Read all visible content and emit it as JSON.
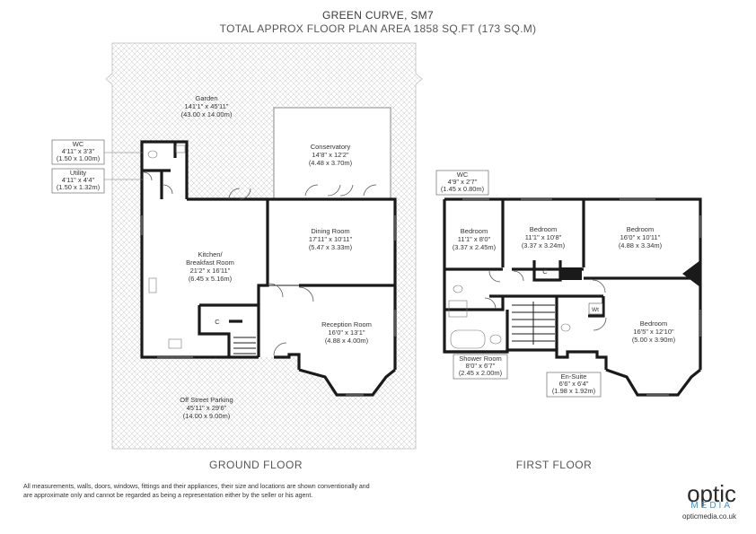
{
  "header": {
    "title": "GREEN CURVE, SM7",
    "subtitle": "TOTAL APPROX FLOOR PLAN AREA 1858 SQ.FT (173 SQ.M)"
  },
  "floors": {
    "ground": "GROUND FLOOR",
    "first": "FIRST FLOOR"
  },
  "rooms": {
    "garden": [
      "Garden",
      "141'1\" x 45'11\"",
      "(43.00 x 14.00m)"
    ],
    "conservatory": [
      "Conservatory",
      "14'8\" x 12'2\"",
      "(4.48 x 3.70m)"
    ],
    "dining": [
      "Dining Room",
      "17'11\" x 10'11\"",
      "(5.47 x 3.33m)"
    ],
    "kitchen": [
      "Kitchen/",
      "Breakfast Room",
      "21'2\" x 16'11\"",
      "(6.45 x 5.16m)"
    ],
    "reception": [
      "Reception Room",
      "16'0\" x 13'1\"",
      "(4.88 x 4.00m)"
    ],
    "parking": [
      "Off Street Parking",
      "45'11\" x 29'6\"",
      "(14.00 x 9.00m)"
    ],
    "wc_ground": [
      "WC",
      "4'11\" x 3'3\"",
      "(1.50 x 1.00m)"
    ],
    "utility": [
      "Utility",
      "4'11\" x 4'4\"",
      "(1.50 x 1.32m)"
    ],
    "wc_first": [
      "WC",
      "4'9\" x 2'7\"",
      "(1.45 x 0.80m)"
    ],
    "bedroom1": [
      "Bedroom",
      "11'1\" x 8'0\"",
      "(3.37 x 2.45m)"
    ],
    "bedroom2": [
      "Bedroom",
      "11'1\" x 10'8\"",
      "(3.37 x 3.24m)"
    ],
    "bedroom3": [
      "Bedroom",
      "16'0\" x 10'11\"",
      "(4.88 x 3.34m)"
    ],
    "bedroom4": [
      "Bedroom",
      "16'5\" x 12'10\"",
      "(5.00 x 3.90m)"
    ],
    "shower": [
      "Shower Room",
      "8'0\" x 6'7\"",
      "(2.45 x 2.00m)"
    ],
    "ensuite": [
      "En-Suite",
      "6'6\" x 6'4\"",
      "(1.98 x 1.92m)"
    ]
  },
  "markers": {
    "cupboard": "C",
    "wt": "Wt"
  },
  "footer": {
    "disclaimer": "All measurements, walls, doors, windows, fittings and their appliances, their size and locations are shown conventionally and are approximate only and cannot be regarded as being a representation either by the seller or his agent.",
    "logo_main": "optic",
    "logo_sub": "MEDIA",
    "logo_url": "opticmedia.co.uk"
  },
  "colors": {
    "wall": "#1a1a1a",
    "hatch": "#c8c8c8",
    "logo_accent": "#4a90c8"
  }
}
